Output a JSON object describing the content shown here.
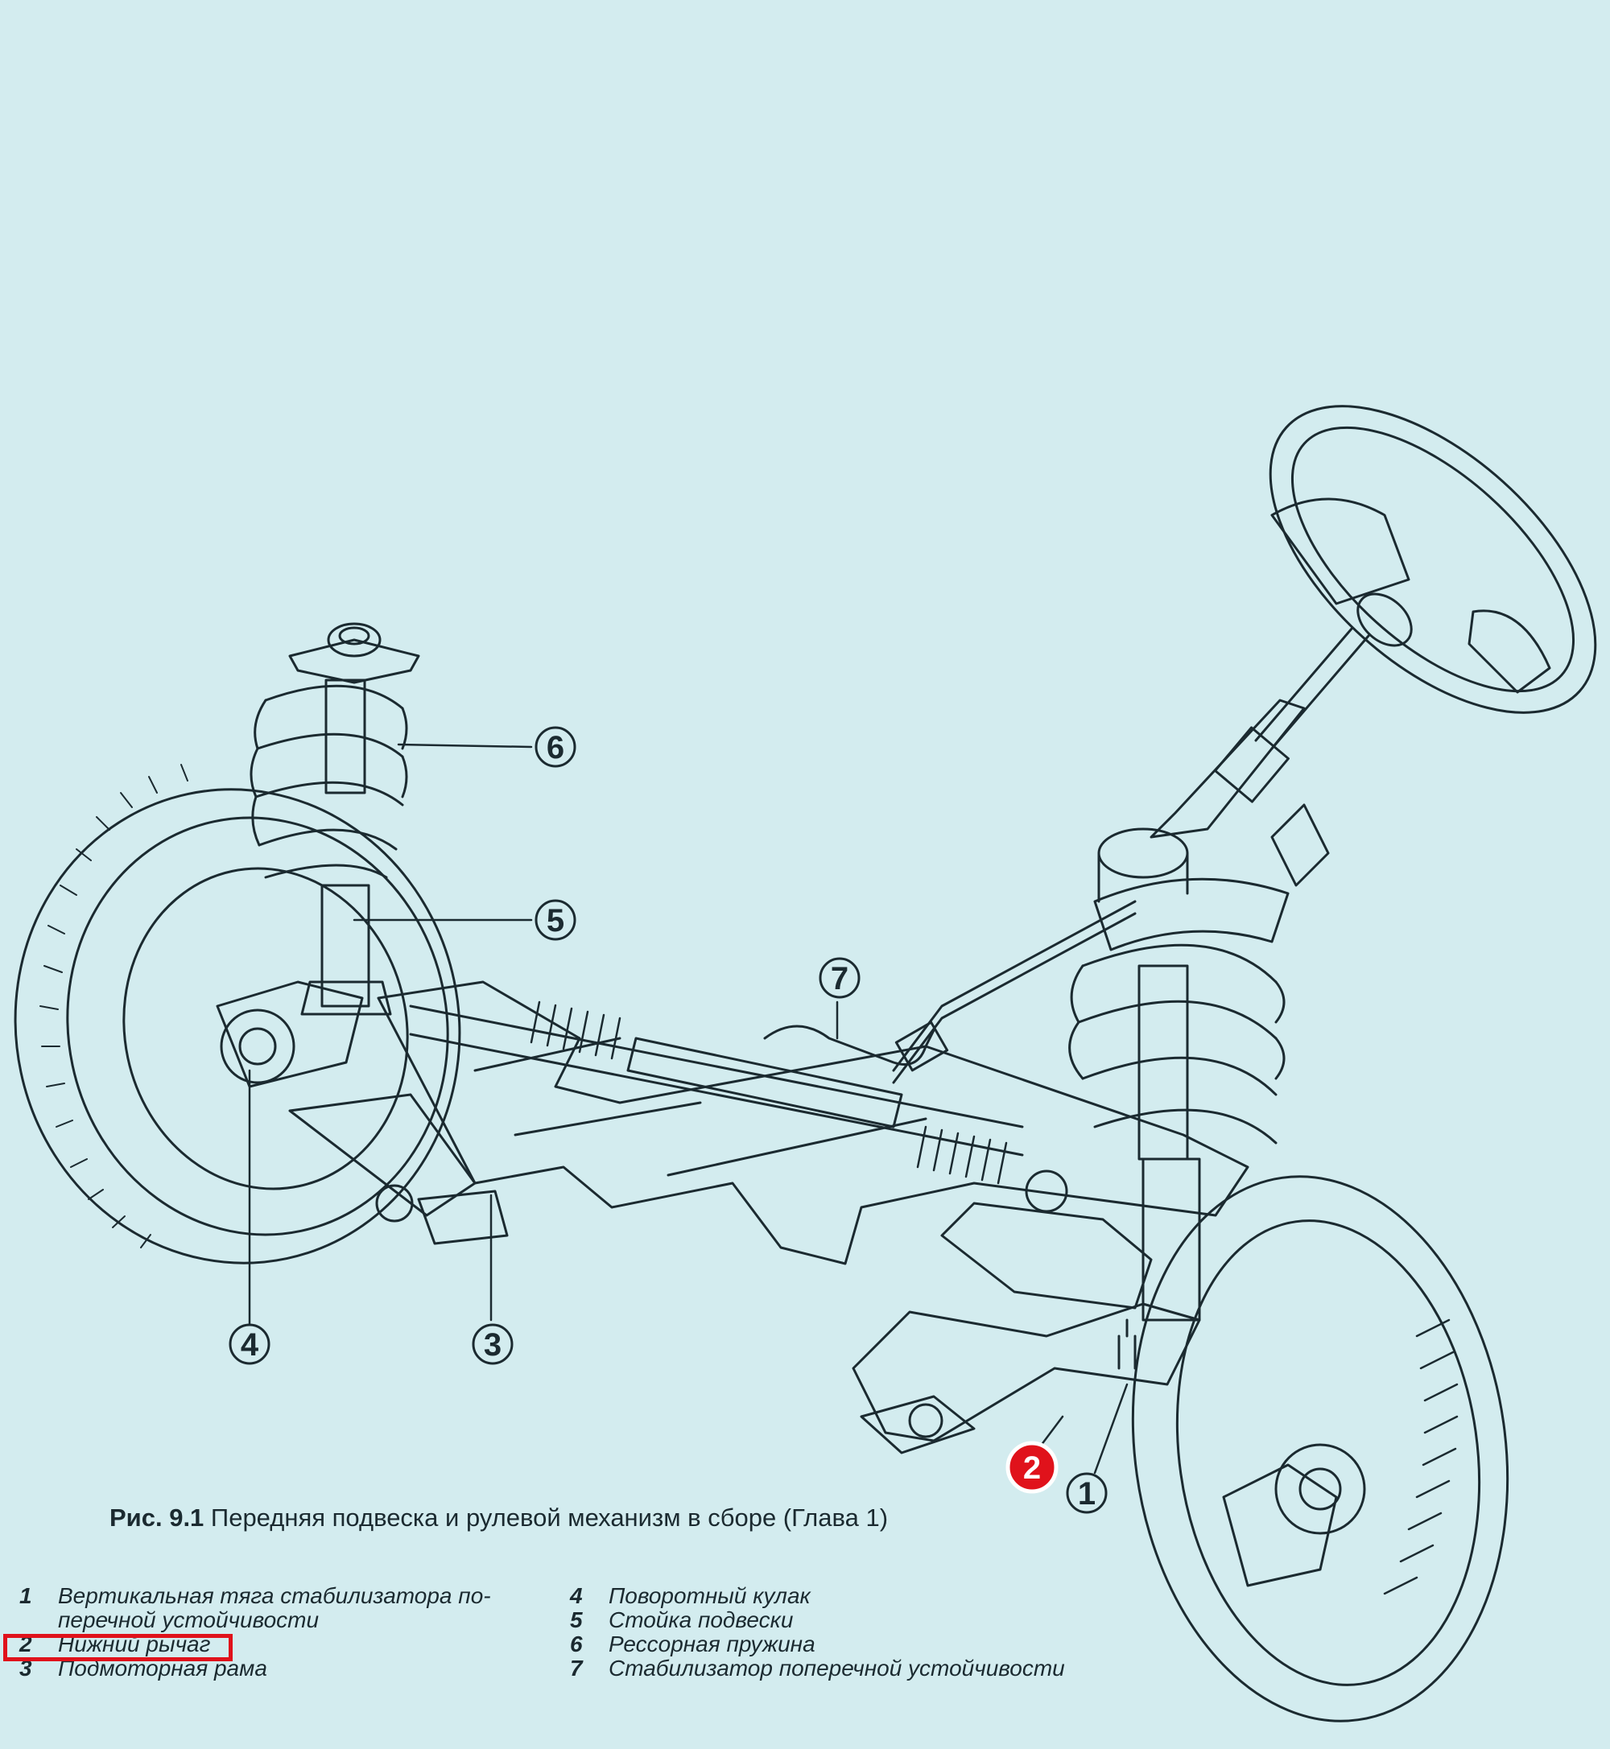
{
  "figure": {
    "caption_prefix": "Рис. 9.1",
    "caption_text": "Передняя подвеска и рулевой механизм в сборе (Глава 1)"
  },
  "callouts": [
    "1",
    "2",
    "3",
    "4",
    "5",
    "6",
    "7"
  ],
  "legend": {
    "left": [
      {
        "num": "1",
        "text": "Вертикальная тяга стабилизатора по-",
        "cont": "перечной устойчивости"
      },
      {
        "num": "2",
        "text": "Нижний рычаг"
      },
      {
        "num": "3",
        "text": "Подмоторная рама"
      }
    ],
    "right": [
      {
        "num": "4",
        "text": "Поворотный кулак"
      },
      {
        "num": "5",
        "text": "Стойка подвески"
      },
      {
        "num": "6",
        "text": "Рессорная пружина"
      },
      {
        "num": "7",
        "text": "Стабилизатор поперечной устойчивости"
      }
    ]
  },
  "highlight": {
    "item": "2",
    "color": "#e0121b"
  },
  "colors": {
    "background": "#d3ecef",
    "ink": "#1b2a30",
    "highlight": "#e0121b"
  }
}
